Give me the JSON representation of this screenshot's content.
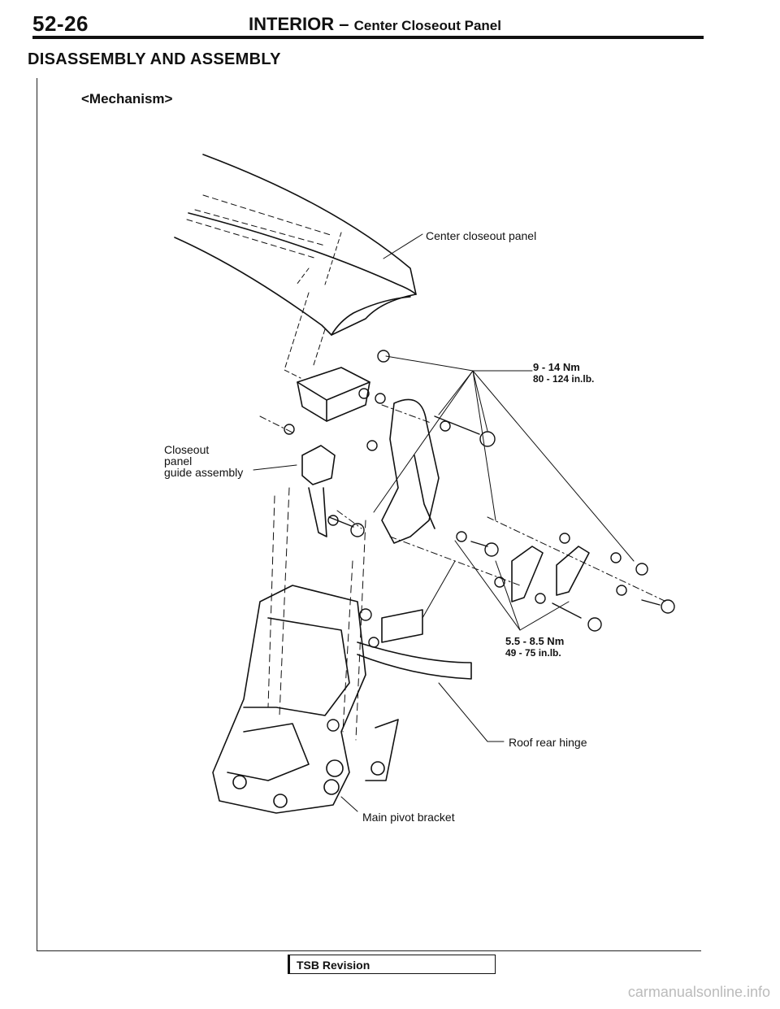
{
  "header": {
    "page_number": "52-26",
    "section_main": "INTERIOR",
    "section_dash": " – ",
    "section_sub": "Center Closeout Panel"
  },
  "procedure_heading": "DISASSEMBLY AND ASSEMBLY",
  "subheading": "<Mechanism>",
  "callouts": {
    "center_closeout_panel": "Center closeout panel",
    "torque_upper_nm": "9 - 14 Nm",
    "torque_upper_inlb": "80 - 124 in.lb.",
    "guide_line1": "Closeout",
    "guide_line2": "panel",
    "guide_line3": "guide assembly",
    "torque_lower_nm": "5.5 - 8.5 Nm",
    "torque_lower_inlb": "49 - 75 in.lb.",
    "roof_rear_hinge": "Roof rear hinge",
    "main_pivot_bracket": "Main pivot bracket"
  },
  "footer": {
    "tsb_label": "TSB Revision"
  },
  "watermark": "carmanualsonline.info"
}
